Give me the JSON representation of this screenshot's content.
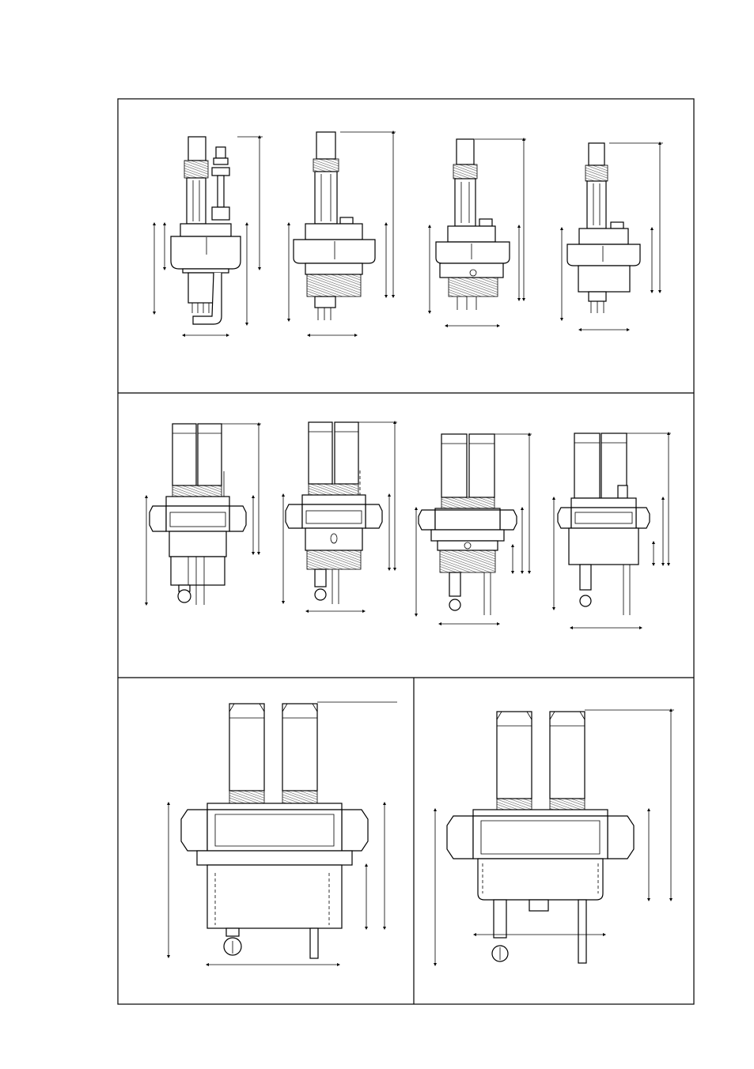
{
  "page": {
    "background": "#ffffff",
    "line_color": "#000000"
  },
  "panels": [
    {
      "name": "row-1-drawings",
      "figures": [
        "sensor-fitting-a1",
        "sensor-fitting-a2",
        "sensor-fitting-a3",
        "sensor-fitting-a4"
      ]
    },
    {
      "name": "row-2-drawings",
      "figures": [
        "sensor-fitting-b1",
        "sensor-fitting-b2",
        "sensor-fitting-b3",
        "sensor-fitting-b4"
      ]
    },
    {
      "name": "row-3-left-drawing",
      "figures": [
        "sensor-fitting-c1"
      ]
    },
    {
      "name": "row-3-right-drawing",
      "figures": [
        "sensor-fitting-c2"
      ]
    }
  ]
}
